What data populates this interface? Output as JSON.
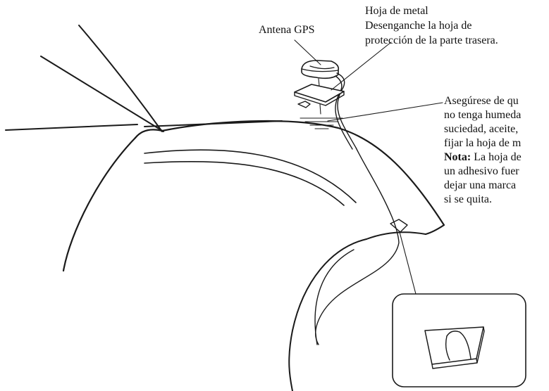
{
  "labels": {
    "antenna": "Antena GPS",
    "metal_sheet": [
      "Hoja de metal",
      "Desenganche la hoja de",
      "protección de la parte trasera."
    ],
    "instructions": [
      "Asegúrese de qu",
      "no tenga humeda",
      "suciedad, aceite,",
      "fijar la hoja de m"
    ],
    "note_label": "Nota:",
    "note_text": [
      " La hoja de",
      "un adhesivo fuer",
      "dejar una marca",
      "si se quita."
    ]
  }
}
